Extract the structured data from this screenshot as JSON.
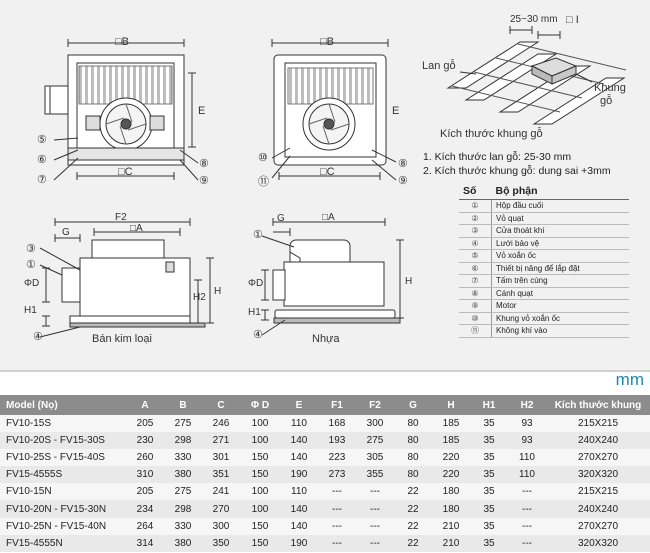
{
  "figure": {
    "metal_caption": "Bán kim loại",
    "plastic_caption": "Nhựa",
    "ceiling": {
      "gap_label": "25~30 mm",
      "joist_label": "Lan gỗ",
      "frame_label_line1": "Khung",
      "frame_label_line2": "gỗ",
      "square_label": "□ I",
      "caption": "Kích thước khung gỗ"
    },
    "dims": {
      "B": "□B",
      "E": "E",
      "C": "□C",
      "F2": "F2",
      "A": "□A",
      "G": "G",
      "D": "ΦD",
      "H": "H",
      "H1": "H1",
      "H2": "H2"
    },
    "callouts": {
      "c1": "①",
      "c3": "③",
      "c4": "④",
      "c5": "⑤",
      "c6": "⑥",
      "c7": "⑦",
      "c8": "⑧",
      "c9": "⑨",
      "c10": "⑩",
      "c11": "⑪"
    }
  },
  "notes": [
    "1. Kích thước lan gỗ: 25-30 mm",
    "2. Kích thước khung gỗ: dung sai +3mm"
  ],
  "parts_table": {
    "header_no": "Số",
    "header_part": "Bộ phận",
    "rows": [
      {
        "no": "①",
        "part": "Hộp đầu cuối"
      },
      {
        "no": "②",
        "part": "Vỏ quạt"
      },
      {
        "no": "③",
        "part": "Cửa thoát khí"
      },
      {
        "no": "④",
        "part": "Lưới bảo vệ"
      },
      {
        "no": "⑤",
        "part": "Vỏ xoắn ốc"
      },
      {
        "no": "⑥",
        "part": "Thiết bị nâng để lắp đặt"
      },
      {
        "no": "⑦",
        "part": "Tấm trên cùng"
      },
      {
        "no": "⑧",
        "part": "Cánh quạt"
      },
      {
        "no": "⑨",
        "part": "Motor"
      },
      {
        "no": "⑩",
        "part": "Khung vỏ xoắn ốc"
      },
      {
        "no": "⑪",
        "part": "Không khí vào"
      }
    ]
  },
  "unit": "mm",
  "spec_table": {
    "headers": [
      "Model (Nọ)",
      "A",
      "B",
      "C",
      "Φ D",
      "E",
      "F1",
      "F2",
      "G",
      "H",
      "H1",
      "H2",
      "Kích thước khung"
    ],
    "rows": [
      [
        "FV10-15S",
        "205",
        "275",
        "246",
        "100",
        "110",
        "168",
        "300",
        "80",
        "185",
        "35",
        "93",
        "215X215"
      ],
      [
        "FV10-20S - FV15-30S",
        "230",
        "298",
        "271",
        "100",
        "140",
        "193",
        "275",
        "80",
        "185",
        "35",
        "93",
        "240X240"
      ],
      [
        "FV10-25S - FV15-40S",
        "260",
        "330",
        "301",
        "150",
        "140",
        "223",
        "305",
        "80",
        "220",
        "35",
        "110",
        "270X270"
      ],
      [
        "FV15-4555S",
        "310",
        "380",
        "351",
        "150",
        "190",
        "273",
        "355",
        "80",
        "220",
        "35",
        "110",
        "320X320"
      ],
      [
        "FV10-15N",
        "205",
        "275",
        "241",
        "100",
        "110",
        "---",
        "---",
        "22",
        "180",
        "35",
        "---",
        "215X215"
      ],
      [
        "FV10-20N - FV15-30N",
        "234",
        "298",
        "270",
        "100",
        "140",
        "---",
        "---",
        "22",
        "180",
        "35",
        "---",
        "240X240"
      ],
      [
        "FV10-25N - FV15-40N",
        "264",
        "330",
        "300",
        "150",
        "140",
        "---",
        "---",
        "22",
        "210",
        "35",
        "---",
        "270X270"
      ],
      [
        "FV15-4555N",
        "314",
        "380",
        "350",
        "150",
        "190",
        "---",
        "---",
        "22",
        "210",
        "35",
        "---",
        "320X320"
      ]
    ]
  },
  "colors": {
    "header_bg": "#8c8c8c",
    "accent_unit": "#1a8bb0",
    "drawing_bg": "#f1f1f1"
  }
}
